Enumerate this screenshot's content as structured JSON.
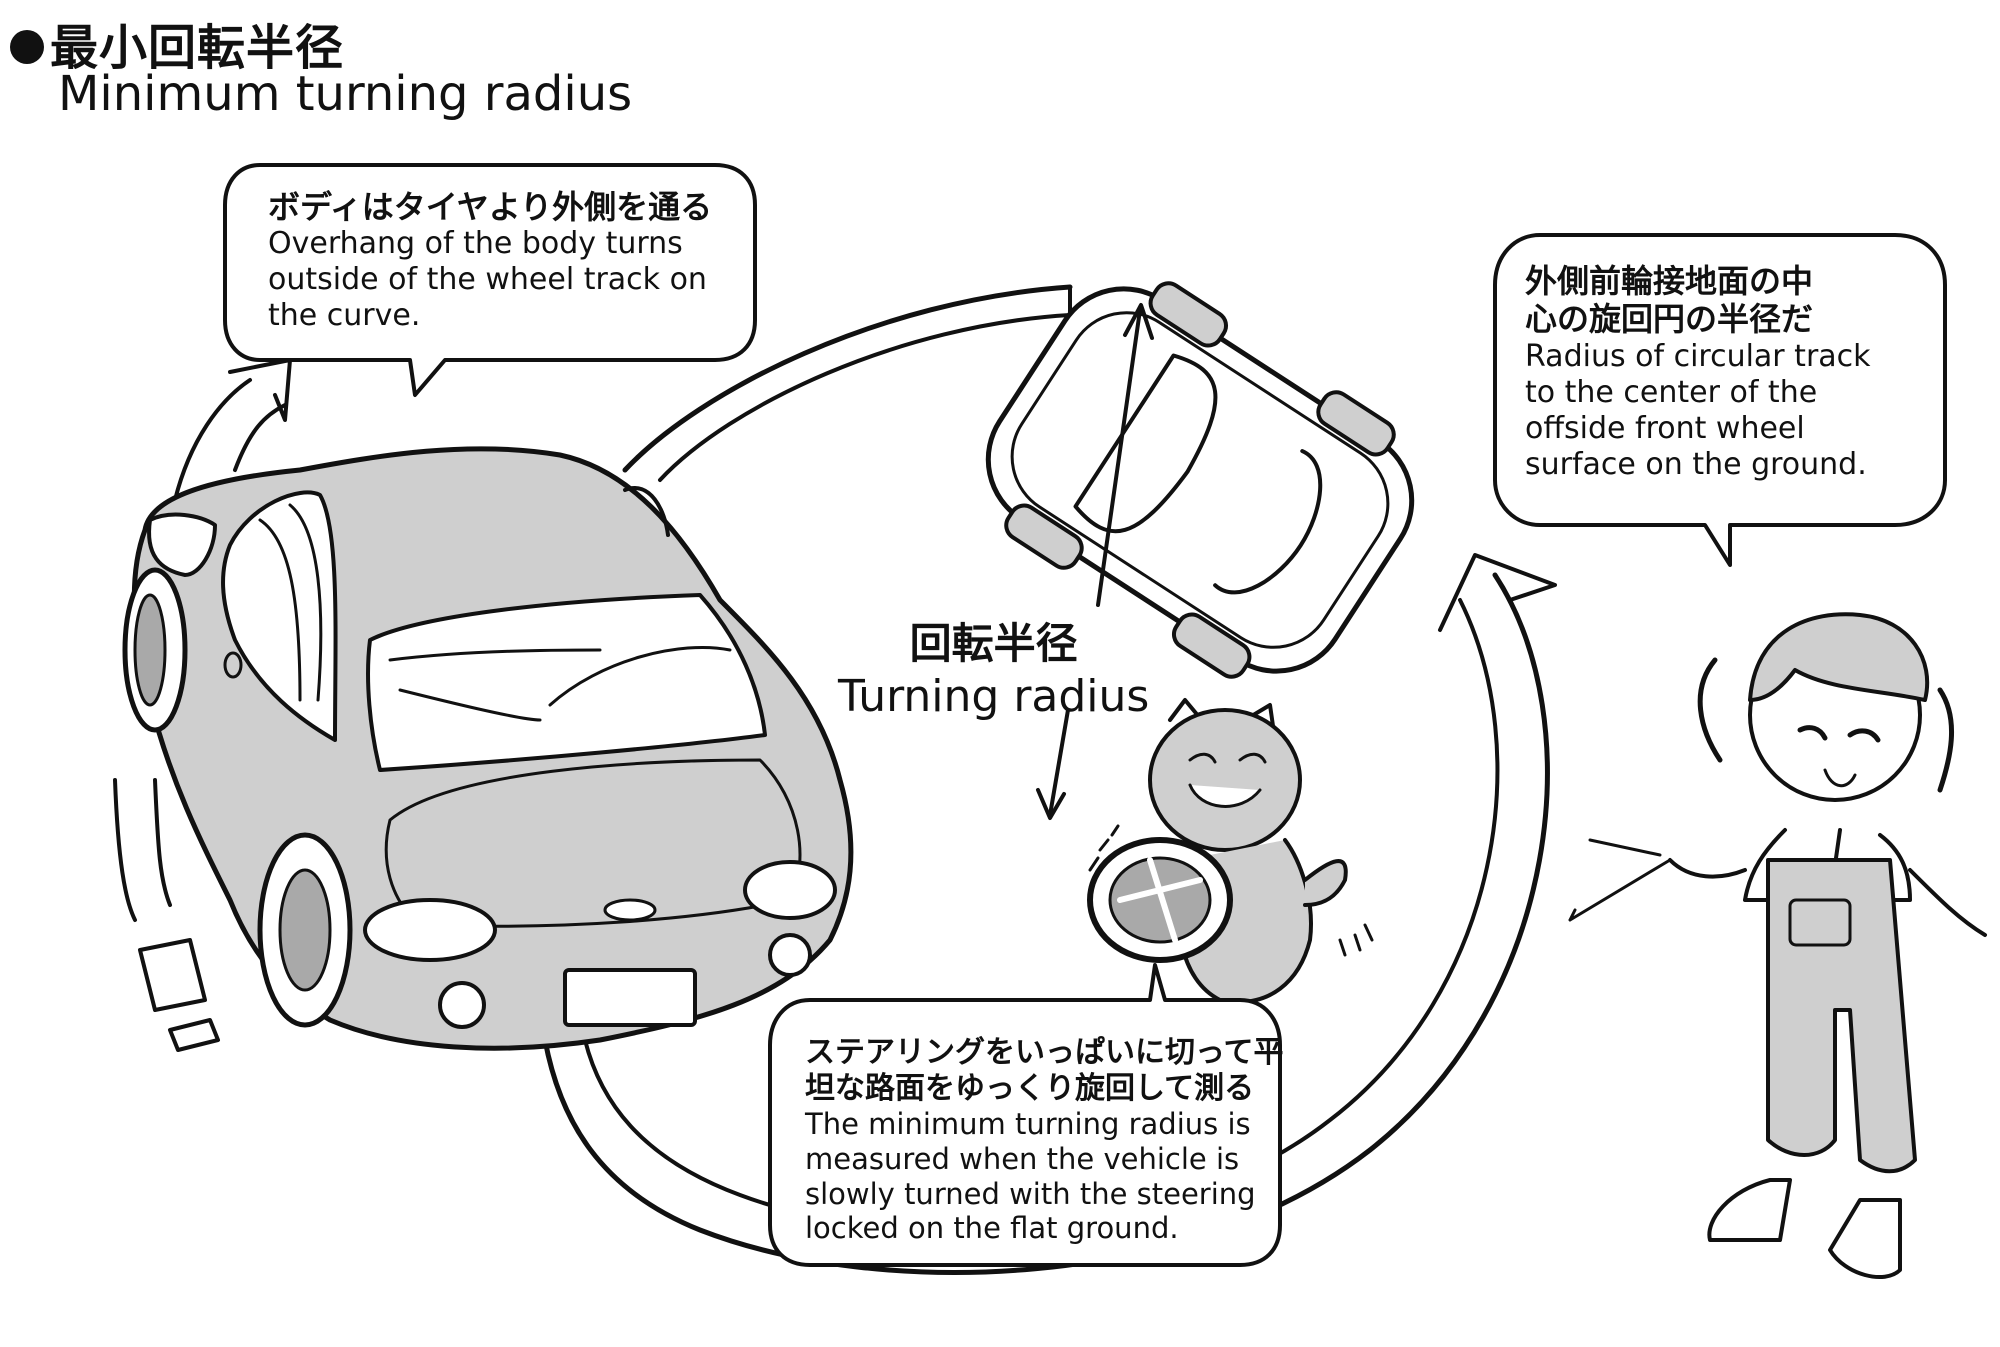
{
  "header": {
    "title_jp": "最小回転半径",
    "title_en": "Minimum turning radius"
  },
  "bubble_overhang": {
    "jp": "ボディはタイヤより外側を通る",
    "en_lines": [
      "Overhang of the body turns",
      "outside of the wheel track on",
      "the curve."
    ]
  },
  "bubble_radius": {
    "jp_lines": [
      "外側前輪接地面の中",
      "心の旋回円の半径だ"
    ],
    "en_lines": [
      "Radius of circular track",
      "to the center of the",
      "offside front wheel",
      "surface on the ground."
    ]
  },
  "center_label": {
    "jp": "回転半径",
    "en": "Turning radius"
  },
  "bubble_measure": {
    "jp_lines": [
      "ステアリングをいっぱいに切って平",
      "坦な路面をゆっくり旋回して測る"
    ],
    "en_lines": [
      "The minimum turning radius is",
      "measured when the vehicle is",
      "slowly turned with the steering",
      "locked on the flat ground."
    ]
  },
  "colors": {
    "ink": "#111111",
    "fill_gray": "#cfcfcf",
    "fill_dark": "#a9a9a9",
    "paper": "#ffffff"
  }
}
